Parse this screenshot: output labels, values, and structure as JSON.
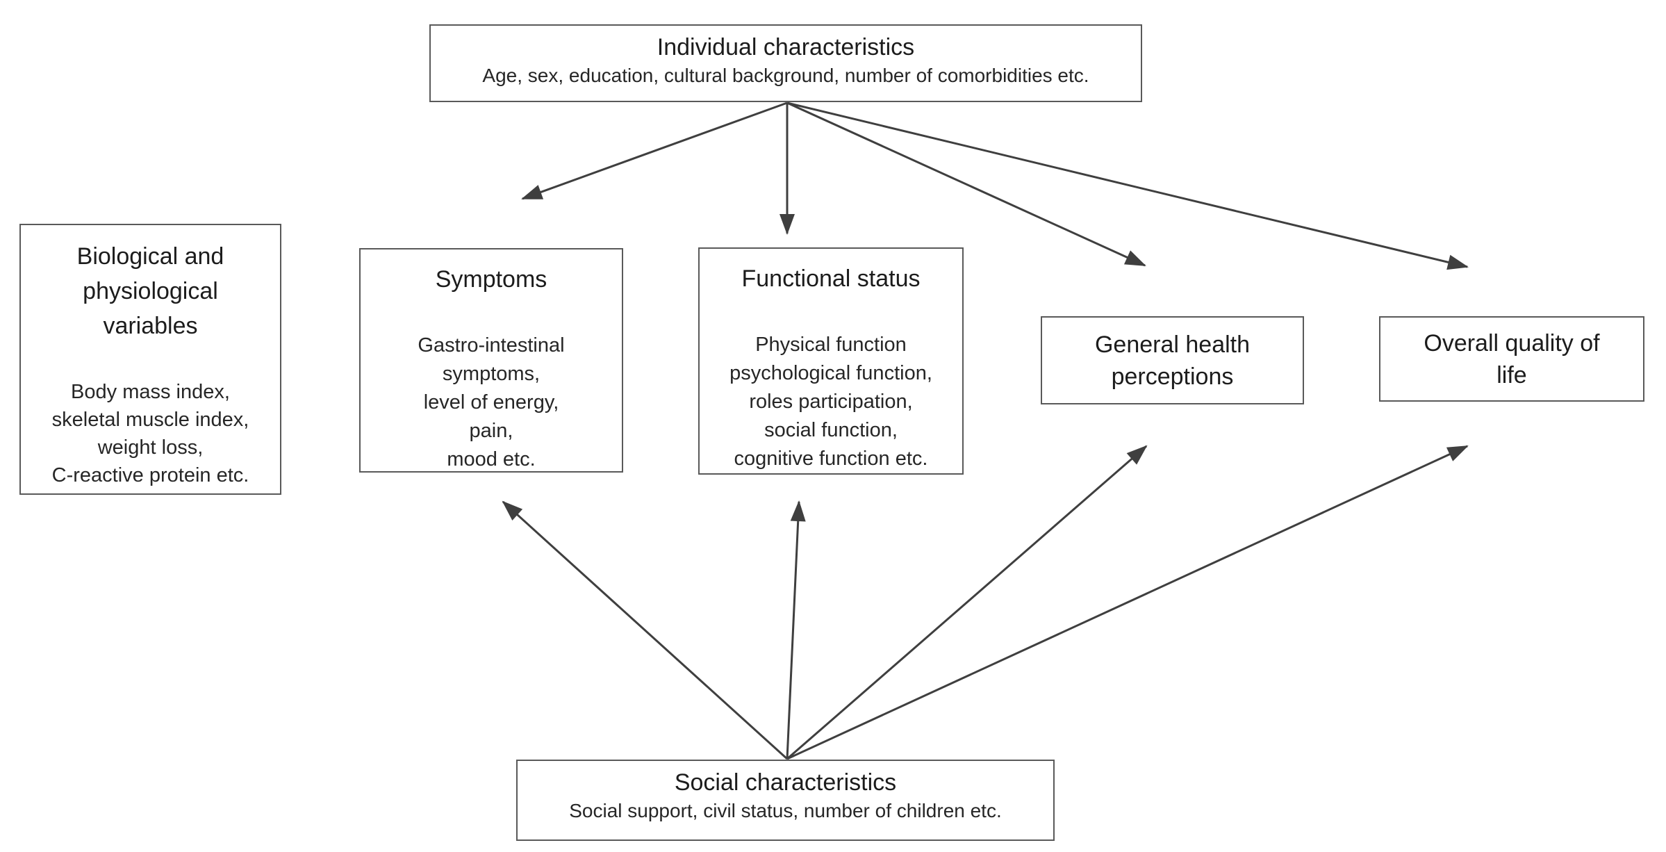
{
  "diagram": {
    "background_color": "#ffffff",
    "border_color": "#595959",
    "arrow_color": "#3f3f3f",
    "text_color": "#1c1c1c",
    "nodes": {
      "individual_characteristics": {
        "title": "Individual characteristics",
        "subtitle": "Age, sex, education, cultural background, number of comorbidities etc."
      },
      "biological_physiological": {
        "title": "Biological and\nphysiological\nvariables",
        "body": "Body mass index,\nskeletal muscle index,\nweight loss,\nC-reactive protein etc."
      },
      "symptoms": {
        "title": "Symptoms",
        "body": "Gastro-intestinal\nsymptoms,\nlevel of energy,\npain,\nmood etc."
      },
      "functional_status": {
        "title": "Functional status",
        "body": "Physical function\npsychological function,\nroles participation,\nsocial function,\ncognitive function etc."
      },
      "general_health_perceptions": {
        "title": "General health\nperceptions"
      },
      "overall_quality_of_life": {
        "title": "Overall quality of\nlife"
      },
      "social_characteristics": {
        "title": "Social characteristics",
        "subtitle": "Social support, civil status, number of children etc."
      }
    },
    "edges": [
      {
        "from": "individual_characteristics",
        "to": "symptoms"
      },
      {
        "from": "individual_characteristics",
        "to": "functional_status"
      },
      {
        "from": "individual_characteristics",
        "to": "general_health_perceptions"
      },
      {
        "from": "individual_characteristics",
        "to": "overall_quality_of_life"
      },
      {
        "from": "social_characteristics",
        "to": "symptoms"
      },
      {
        "from": "social_characteristics",
        "to": "functional_status"
      },
      {
        "from": "social_characteristics",
        "to": "general_health_perceptions"
      },
      {
        "from": "social_characteristics",
        "to": "overall_quality_of_life"
      }
    ]
  }
}
